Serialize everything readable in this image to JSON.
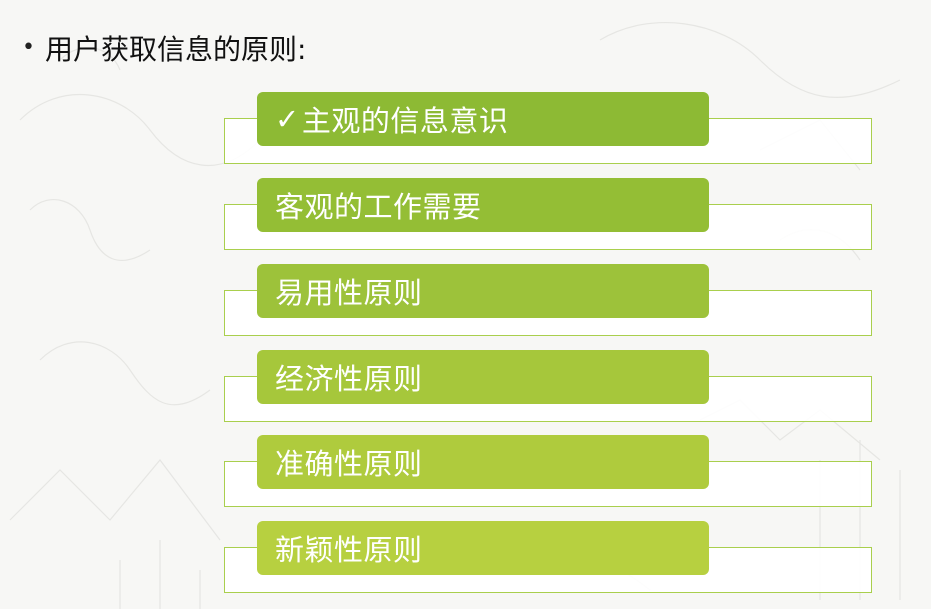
{
  "heading": {
    "bullet": "•",
    "text": "用户获取信息的原则:"
  },
  "items": [
    {
      "check": "✓",
      "label": "主观的信息意识",
      "color": "#8dba34"
    },
    {
      "check": "",
      "label": "客观的工作需要",
      "color": "#94be35"
    },
    {
      "check": "",
      "label": "易用性原则",
      "color": "#9dc23a"
    },
    {
      "check": "",
      "label": "经济性原则",
      "color": "#a6c73b"
    },
    {
      "check": "",
      "label": "准确性原则",
      "color": "#afcb3d"
    },
    {
      "check": "",
      "label": "新颖性原则",
      "color": "#b7d040"
    }
  ]
}
